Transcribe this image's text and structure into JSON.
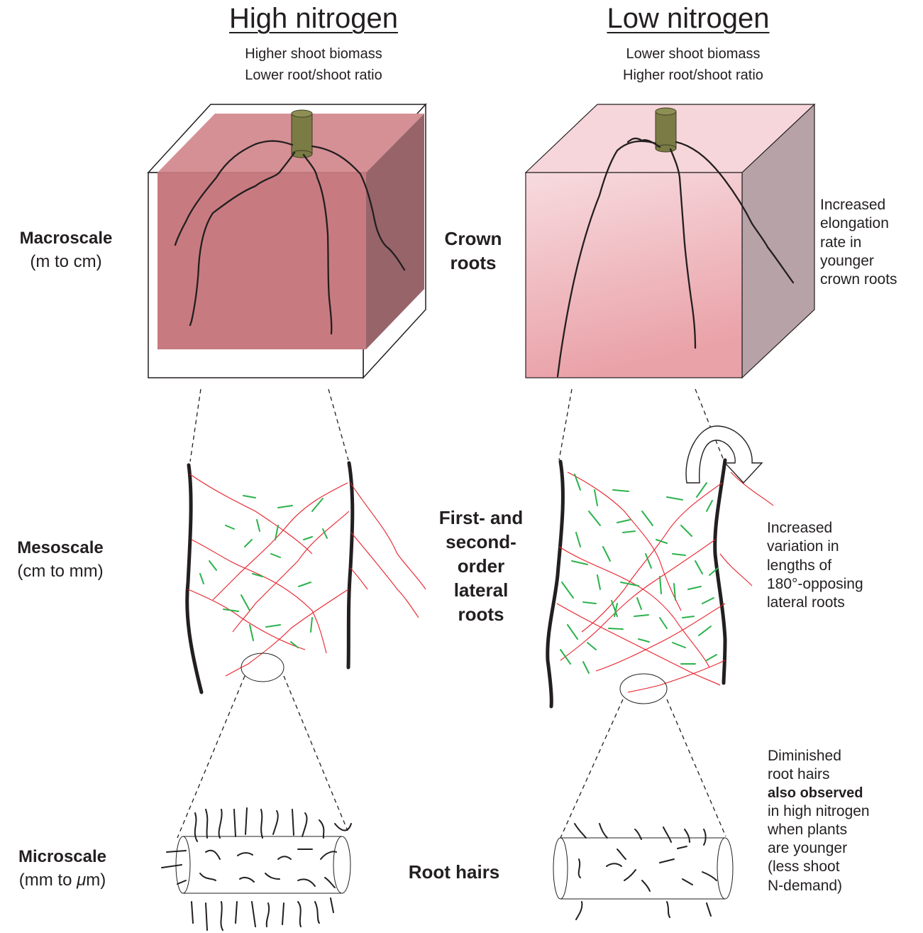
{
  "columns": {
    "high": {
      "title": "High nitrogen",
      "sub1": "Higher shoot biomass",
      "sub2": "Lower root/shoot ratio"
    },
    "low": {
      "title": "Low nitrogen",
      "sub1": "Lower shoot biomass",
      "sub2": "Higher root/shoot ratio"
    }
  },
  "scales": {
    "macro": {
      "name": "Macroscale",
      "range": "(m to cm)"
    },
    "meso": {
      "name": "Mesoscale",
      "range": "(cm to mm)"
    },
    "micro": {
      "name": "Microscale",
      "range_prefix": "(mm to ",
      "range_mu": "μ",
      "range_suffix": "m)"
    }
  },
  "root_types": {
    "crown": {
      "line1": "Crown",
      "line2": "roots"
    },
    "lateral": {
      "line1": "First- and",
      "line2": "second-",
      "line3": "order",
      "line4": "lateral",
      "line5": "roots"
    },
    "hairs": {
      "line1": "Root hairs"
    }
  },
  "notes": {
    "crown": [
      "Increased",
      "elongation",
      "rate in",
      "younger",
      "crown roots"
    ],
    "lateral": [
      "Increased",
      "variation in",
      "lengths of",
      "180°-opposing",
      "lateral roots"
    ],
    "hairs": [
      "Diminished",
      "root hairs",
      "also observed",
      "in high nitrogen",
      "when plants",
      "are younger",
      "(less shoot",
      "N-demand)"
    ]
  },
  "colors": {
    "high_front": "#c77b80",
    "high_top": "#d59095",
    "high_side": "#97646a",
    "low_front_top": "#f6d6da",
    "low_front_bottom": "#eaa3a9",
    "low_side": "#b7a2a7",
    "stem": "#7a7b45",
    "crown_root": "#231f20",
    "lateral_red": "#e8202a",
    "lateral_green": "#2bb24c"
  }
}
